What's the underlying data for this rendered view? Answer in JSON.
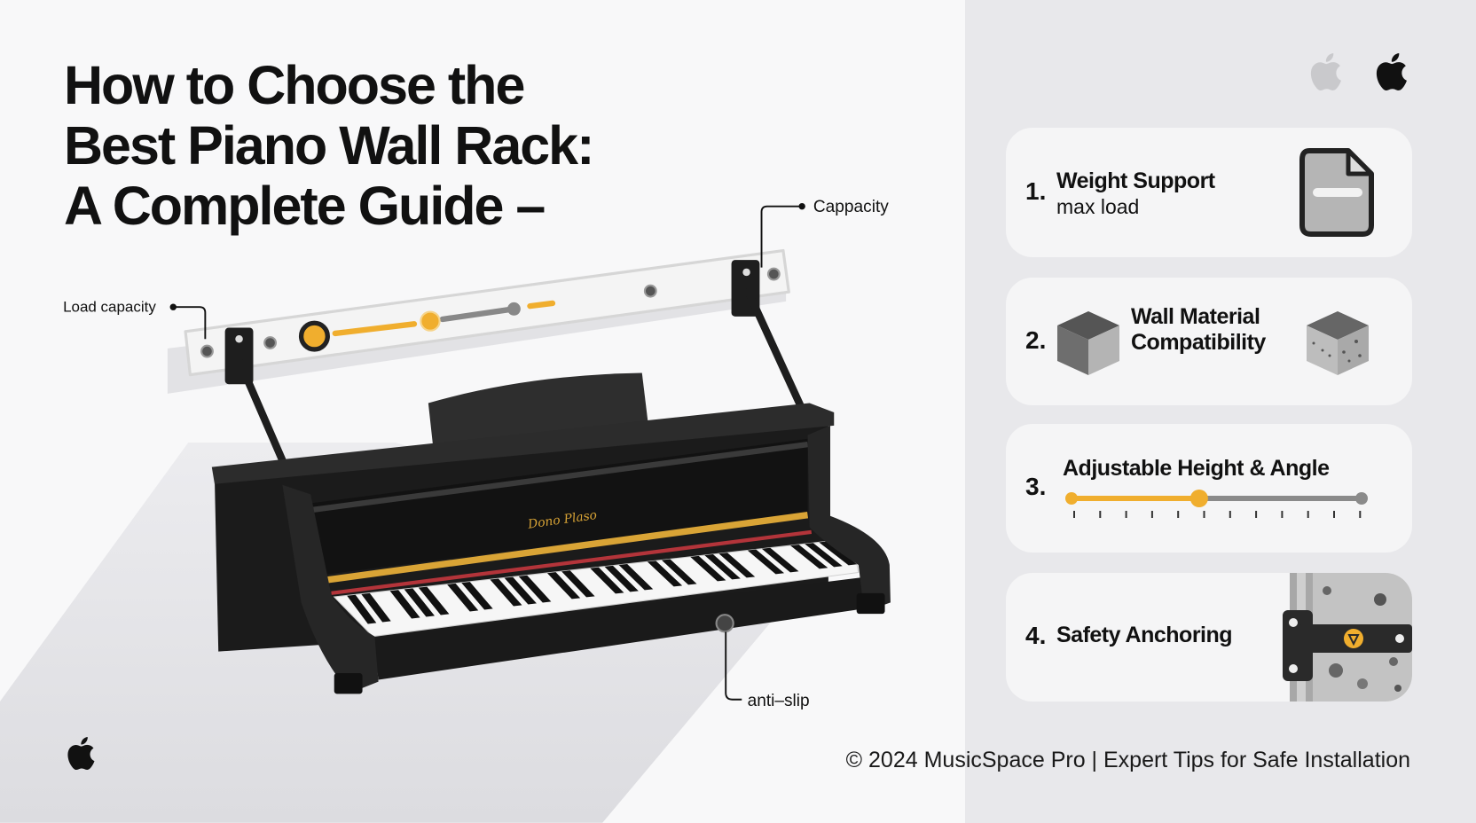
{
  "title": {
    "line1": "How to Choose the",
    "line2": "Best Piano Wall Rack:",
    "line3": "A Complete Guide –"
  },
  "callouts": {
    "load_capacity": "Load capacity",
    "capacity": "Cappacity",
    "anti_slip": "anti–slip"
  },
  "piano": {
    "brand": "Dono Plaso"
  },
  "cards": [
    {
      "number": "1.",
      "title": "Weight Support",
      "subtitle": "max load",
      "icon": "document-icon"
    },
    {
      "number": "2.",
      "title_line1": "Wall Material",
      "title_line2": "Compatibility",
      "icon": "cube-icon"
    },
    {
      "number": "3.",
      "title": "Adjustable Height & Angle",
      "slider_level": 0.44,
      "icon": "slider"
    },
    {
      "number": "4.",
      "title": "Safety Anchoring",
      "icon": "wall-latch-icon"
    }
  ],
  "footer": {
    "text": "© 2024 MusicSpace Pro  |  Expert Tips for Safe Installation"
  },
  "colors": {
    "accent": "#f0ae2e",
    "dark": "#1d1d1d",
    "panel": "#e8e8eb",
    "card": "#f5f5f6"
  }
}
